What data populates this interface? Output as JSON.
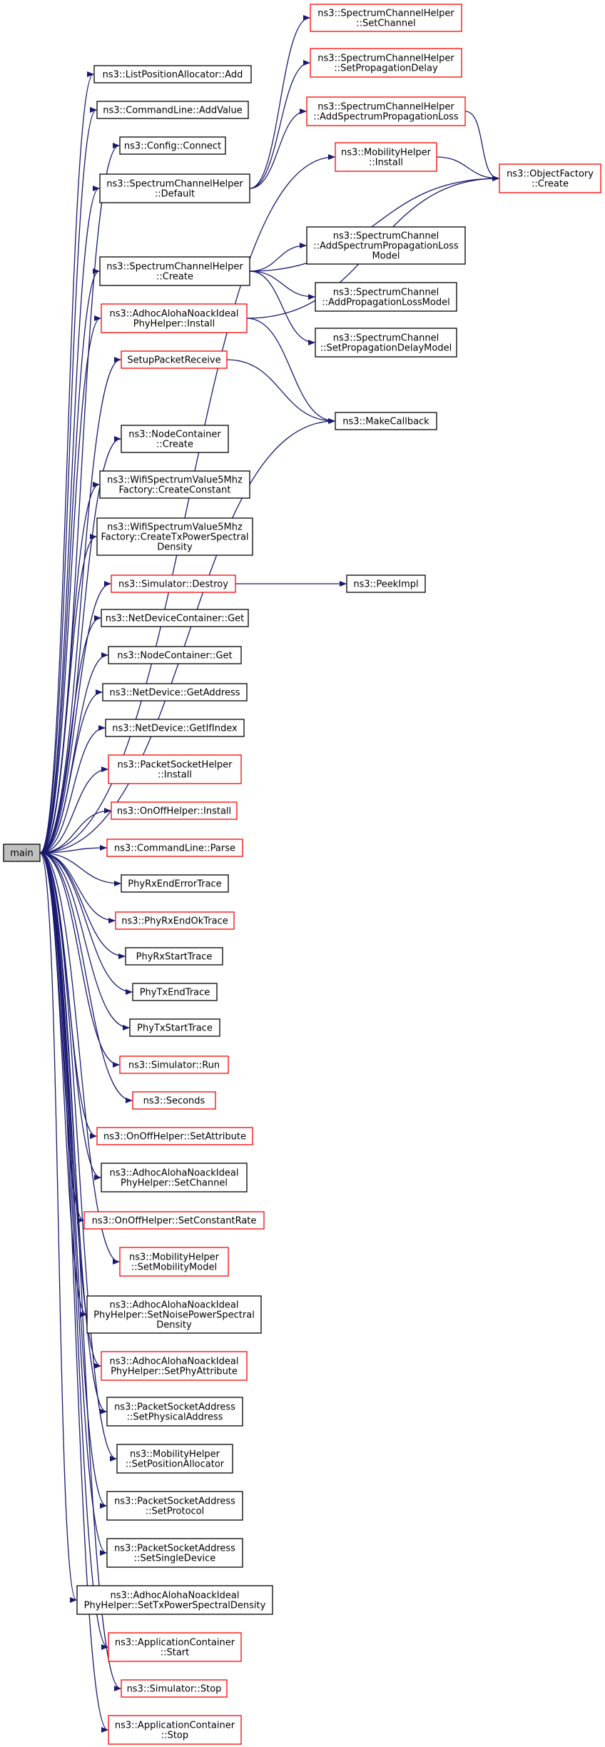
{
  "colors": {
    "edge": "#191970",
    "box_black": "#000000",
    "box_red": "#ff0000",
    "root_fill": "#bfbfbf",
    "background": "#ffffff"
  },
  "root": {
    "id": "main",
    "lines": [
      "main"
    ]
  },
  "nodes": [
    {
      "id": "sch_setchannel",
      "lines": [
        "ns3::SpectrumChannelHelper",
        "::SetChannel"
      ],
      "border": "red"
    },
    {
      "id": "sch_setpropdelay",
      "lines": [
        "ns3::SpectrumChannelHelper",
        "::SetPropagationDelay"
      ],
      "border": "red"
    },
    {
      "id": "sch_addspecloss",
      "lines": [
        "ns3::SpectrumChannelHelper",
        "::AddSpectrumPropagationLoss"
      ],
      "border": "red"
    },
    {
      "id": "listpos_add",
      "lines": [
        "ns3::ListPositionAllocator::Add"
      ],
      "border": "black"
    },
    {
      "id": "cmd_addvalue",
      "lines": [
        "ns3::CommandLine::AddValue"
      ],
      "border": "black"
    },
    {
      "id": "config_connect",
      "lines": [
        "ns3::Config::Connect"
      ],
      "border": "black"
    },
    {
      "id": "sch_default",
      "lines": [
        "ns3::SpectrumChannelHelper",
        "::Default"
      ],
      "border": "black"
    },
    {
      "id": "mob_install",
      "lines": [
        "ns3::MobilityHelper",
        "::Install"
      ],
      "border": "red"
    },
    {
      "id": "objfactory_create",
      "lines": [
        "ns3::ObjectFactory",
        "::Create"
      ],
      "border": "red"
    },
    {
      "id": "sc_addspecloss_model",
      "lines": [
        "ns3::SpectrumChannel",
        "::AddSpectrumPropagationLoss",
        "Model"
      ],
      "border": "black"
    },
    {
      "id": "sch_create",
      "lines": [
        "ns3::SpectrumChannelHelper",
        "::Create"
      ],
      "border": "black"
    },
    {
      "id": "sc_addproploss",
      "lines": [
        "ns3::SpectrumChannel",
        "::AddPropagationLossModel"
      ],
      "border": "black"
    },
    {
      "id": "aloha_install",
      "lines": [
        "ns3::AdhocAlohaNoackIdeal",
        "PhyHelper::Install"
      ],
      "border": "red"
    },
    {
      "id": "sc_setpropdelay",
      "lines": [
        "ns3::SpectrumChannel",
        "::SetPropagationDelayModel"
      ],
      "border": "black"
    },
    {
      "id": "setup_packet_receive",
      "lines": [
        "SetupPacketReceive"
      ],
      "border": "red"
    },
    {
      "id": "make_callback",
      "lines": [
        "ns3::MakeCallback"
      ],
      "border": "black"
    },
    {
      "id": "nc_create",
      "lines": [
        "ns3::NodeContainer",
        "::Create"
      ],
      "border": "black"
    },
    {
      "id": "wifi_createconstant",
      "lines": [
        "ns3::WifiSpectrumValue5Mhz",
        "Factory::CreateConstant"
      ],
      "border": "black"
    },
    {
      "id": "wifi_createtxpsd",
      "lines": [
        "ns3::WifiSpectrumValue5Mhz",
        "Factory::CreateTxPowerSpectral",
        "Density"
      ],
      "border": "black"
    },
    {
      "id": "sim_destroy",
      "lines": [
        "ns3::Simulator::Destroy"
      ],
      "border": "red"
    },
    {
      "id": "peek_impl",
      "lines": [
        "ns3::PeekImpl"
      ],
      "border": "black"
    },
    {
      "id": "ndc_get",
      "lines": [
        "ns3::NetDeviceContainer::Get"
      ],
      "border": "black"
    },
    {
      "id": "nc_get",
      "lines": [
        "ns3::NodeContainer::Get"
      ],
      "border": "black"
    },
    {
      "id": "nd_getaddress",
      "lines": [
        "ns3::NetDevice::GetAddress"
      ],
      "border": "black"
    },
    {
      "id": "nd_getifindex",
      "lines": [
        "ns3::NetDevice::GetIfIndex"
      ],
      "border": "black"
    },
    {
      "id": "psh_install",
      "lines": [
        "ns3::PacketSocketHelper",
        "::Install"
      ],
      "border": "red"
    },
    {
      "id": "onoff_install",
      "lines": [
        "ns3::OnOffHelper::Install"
      ],
      "border": "red"
    },
    {
      "id": "cmd_parse",
      "lines": [
        "ns3::CommandLine::Parse"
      ],
      "border": "red"
    },
    {
      "id": "phy_rxendError",
      "lines": [
        "PhyRxEndErrorTrace"
      ],
      "border": "black"
    },
    {
      "id": "phy_rxendok",
      "lines": [
        "ns3::PhyRxEndOkTrace"
      ],
      "border": "red"
    },
    {
      "id": "phy_rxstart",
      "lines": [
        "PhyRxStartTrace"
      ],
      "border": "black"
    },
    {
      "id": "phy_txend",
      "lines": [
        "PhyTxEndTrace"
      ],
      "border": "black"
    },
    {
      "id": "phy_txstart",
      "lines": [
        "PhyTxStartTrace"
      ],
      "border": "black"
    },
    {
      "id": "sim_run",
      "lines": [
        "ns3::Simulator::Run"
      ],
      "border": "red"
    },
    {
      "id": "seconds",
      "lines": [
        "ns3::Seconds"
      ],
      "border": "red"
    },
    {
      "id": "onoff_setattr",
      "lines": [
        "ns3::OnOffHelper::SetAttribute"
      ],
      "border": "red"
    },
    {
      "id": "aloha_setchannel",
      "lines": [
        "ns3::AdhocAlohaNoackIdeal",
        "PhyHelper::SetChannel"
      ],
      "border": "black"
    },
    {
      "id": "onoff_setconstrate",
      "lines": [
        "ns3::OnOffHelper::SetConstantRate"
      ],
      "border": "red"
    },
    {
      "id": "mob_setmobmodel",
      "lines": [
        "ns3::MobilityHelper",
        "::SetMobilityModel"
      ],
      "border": "red"
    },
    {
      "id": "aloha_setnoisepsd",
      "lines": [
        "ns3::AdhocAlohaNoackIdeal",
        "PhyHelper::SetNoisePowerSpectral",
        "Density"
      ],
      "border": "black"
    },
    {
      "id": "aloha_setphyattr",
      "lines": [
        "ns3::AdhocAlohaNoackIdeal",
        "PhyHelper::SetPhyAttribute"
      ],
      "border": "red"
    },
    {
      "id": "psa_setphysaddr",
      "lines": [
        "ns3::PacketSocketAddress",
        "::SetPhysicalAddress"
      ],
      "border": "black"
    },
    {
      "id": "mob_setposalloc",
      "lines": [
        "ns3::MobilityHelper",
        "::SetPositionAllocator"
      ],
      "border": "black"
    },
    {
      "id": "psa_setprotocol",
      "lines": [
        "ns3::PacketSocketAddress",
        "::SetProtocol"
      ],
      "border": "black"
    },
    {
      "id": "psa_setsingledev",
      "lines": [
        "ns3::PacketSocketAddress",
        "::SetSingleDevice"
      ],
      "border": "black"
    },
    {
      "id": "aloha_settxpsd",
      "lines": [
        "ns3::AdhocAlohaNoackIdeal",
        "PhyHelper::SetTxPowerSpectralDensity"
      ],
      "border": "black"
    },
    {
      "id": "appc_start",
      "lines": [
        "ns3::ApplicationContainer",
        "::Start"
      ],
      "border": "red"
    },
    {
      "id": "sim_stop",
      "lines": [
        "ns3::Simulator::Stop"
      ],
      "border": "red"
    },
    {
      "id": "appc_stop",
      "lines": [
        "ns3::ApplicationContainer",
        "::Stop"
      ],
      "border": "red"
    }
  ],
  "edges": [
    [
      "main",
      "listpos_add"
    ],
    [
      "main",
      "cmd_addvalue"
    ],
    [
      "main",
      "config_connect"
    ],
    [
      "main",
      "sch_default"
    ],
    [
      "main",
      "mob_install"
    ],
    [
      "main",
      "sch_create"
    ],
    [
      "main",
      "aloha_install"
    ],
    [
      "main",
      "setup_packet_receive"
    ],
    [
      "main",
      "make_callback"
    ],
    [
      "main",
      "nc_create"
    ],
    [
      "main",
      "wifi_createconstant"
    ],
    [
      "main",
      "wifi_createtxpsd"
    ],
    [
      "main",
      "sim_destroy"
    ],
    [
      "main",
      "ndc_get"
    ],
    [
      "main",
      "nc_get"
    ],
    [
      "main",
      "nd_getaddress"
    ],
    [
      "main",
      "nd_getifindex"
    ],
    [
      "main",
      "psh_install"
    ],
    [
      "main",
      "onoff_install"
    ],
    [
      "main",
      "cmd_parse"
    ],
    [
      "main",
      "phy_rxendError"
    ],
    [
      "main",
      "phy_rxendok"
    ],
    [
      "main",
      "phy_rxstart"
    ],
    [
      "main",
      "phy_txend"
    ],
    [
      "main",
      "phy_txstart"
    ],
    [
      "main",
      "sim_run"
    ],
    [
      "main",
      "seconds"
    ],
    [
      "main",
      "onoff_setattr"
    ],
    [
      "main",
      "aloha_setchannel"
    ],
    [
      "main",
      "onoff_setconstrate"
    ],
    [
      "main",
      "mob_setmobmodel"
    ],
    [
      "main",
      "aloha_setnoisepsd"
    ],
    [
      "main",
      "aloha_setphyattr"
    ],
    [
      "main",
      "psa_setphysaddr"
    ],
    [
      "main",
      "mob_setposalloc"
    ],
    [
      "main",
      "psa_setprotocol"
    ],
    [
      "main",
      "psa_setsingledev"
    ],
    [
      "main",
      "aloha_settxpsd"
    ],
    [
      "main",
      "appc_start"
    ],
    [
      "main",
      "sim_stop"
    ],
    [
      "main",
      "appc_stop"
    ],
    [
      "sch_default",
      "sch_setchannel"
    ],
    [
      "sch_default",
      "sch_setpropdelay"
    ],
    [
      "sch_default",
      "sch_addspecloss"
    ],
    [
      "sch_addspecloss",
      "objfactory_create"
    ],
    [
      "mob_install",
      "objfactory_create"
    ],
    [
      "sch_create",
      "objfactory_create"
    ],
    [
      "sch_create",
      "sc_addspecloss_model"
    ],
    [
      "sch_create",
      "sc_addproploss"
    ],
    [
      "sch_create",
      "sc_setpropdelay"
    ],
    [
      "aloha_install",
      "objfactory_create"
    ],
    [
      "aloha_install",
      "make_callback"
    ],
    [
      "setup_packet_receive",
      "make_callback"
    ],
    [
      "sim_destroy",
      "peek_impl"
    ]
  ]
}
